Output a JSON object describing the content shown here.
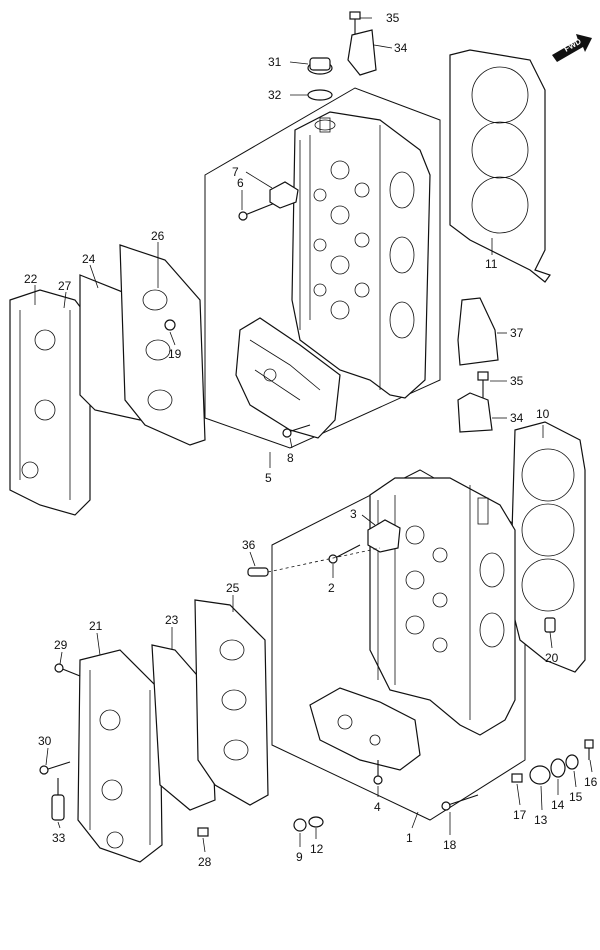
{
  "fwd_label": "FWD",
  "callouts": [
    {
      "id": "c35a",
      "label": "35"
    },
    {
      "id": "c34a",
      "label": "34"
    },
    {
      "id": "c31",
      "label": "31"
    },
    {
      "id": "c32",
      "label": "32"
    },
    {
      "id": "c7",
      "label": "7"
    },
    {
      "id": "c6",
      "label": "6"
    },
    {
      "id": "c11",
      "label": "11"
    },
    {
      "id": "c26",
      "label": "26"
    },
    {
      "id": "c24",
      "label": "24"
    },
    {
      "id": "c22",
      "label": "22"
    },
    {
      "id": "c27",
      "label": "27"
    },
    {
      "id": "c19",
      "label": "19"
    },
    {
      "id": "c37",
      "label": "37"
    },
    {
      "id": "c35b",
      "label": "35"
    },
    {
      "id": "c34b",
      "label": "34"
    },
    {
      "id": "c10",
      "label": "10"
    },
    {
      "id": "c8",
      "label": "8"
    },
    {
      "id": "c5",
      "label": "5"
    },
    {
      "id": "c3",
      "label": "3"
    },
    {
      "id": "c36",
      "label": "36"
    },
    {
      "id": "c2",
      "label": "2"
    },
    {
      "id": "c25",
      "label": "25"
    },
    {
      "id": "c23",
      "label": "23"
    },
    {
      "id": "c21",
      "label": "21"
    },
    {
      "id": "c29",
      "label": "29"
    },
    {
      "id": "c20",
      "label": "20"
    },
    {
      "id": "c30",
      "label": "30"
    },
    {
      "id": "c4",
      "label": "4"
    },
    {
      "id": "c16",
      "label": "16"
    },
    {
      "id": "c17",
      "label": "17"
    },
    {
      "id": "c13",
      "label": "13"
    },
    {
      "id": "c14",
      "label": "14"
    },
    {
      "id": "c15",
      "label": "15"
    },
    {
      "id": "c1",
      "label": "1"
    },
    {
      "id": "c18",
      "label": "18"
    },
    {
      "id": "c9",
      "label": "9"
    },
    {
      "id": "c12",
      "label": "12"
    },
    {
      "id": "c33",
      "label": "33"
    },
    {
      "id": "c28",
      "label": "28"
    }
  ]
}
